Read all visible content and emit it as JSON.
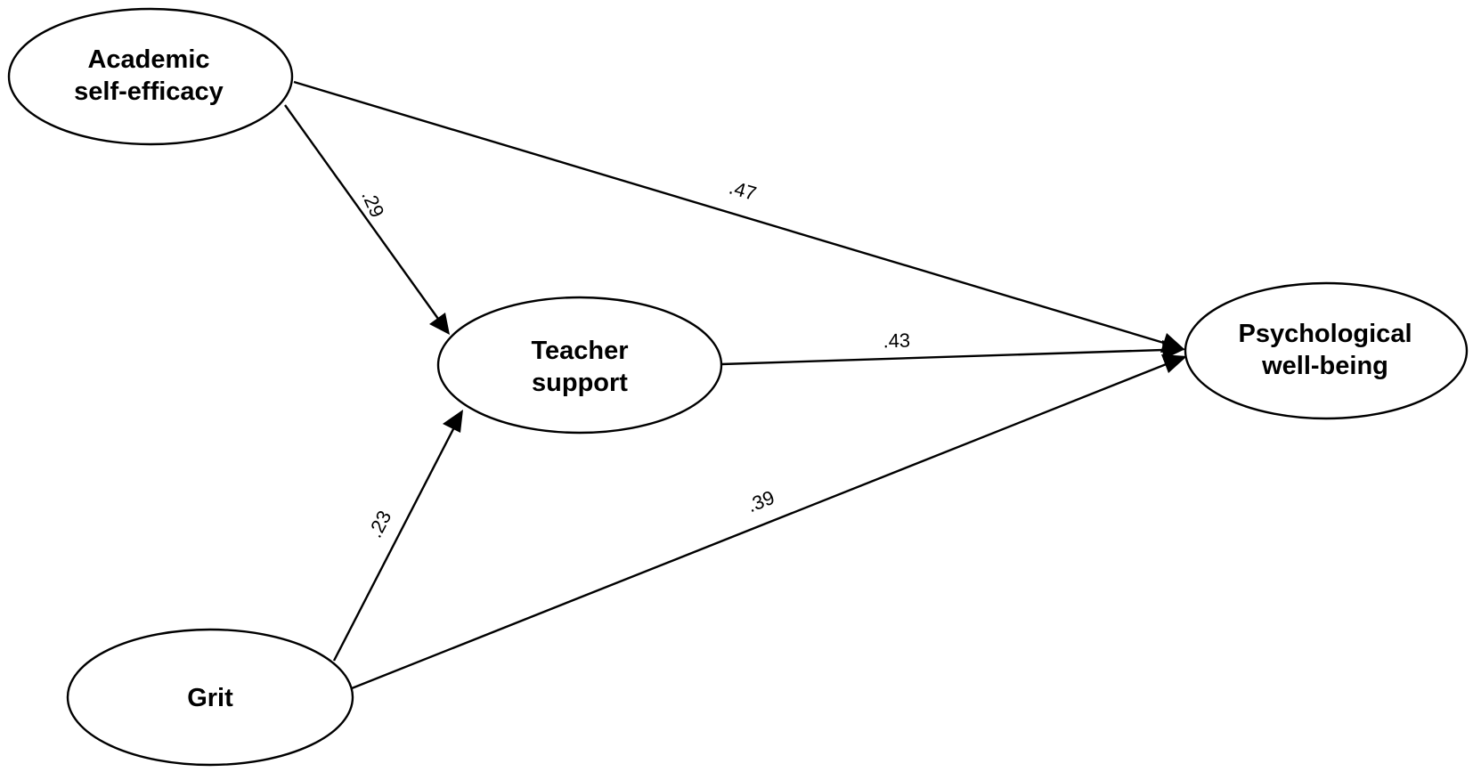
{
  "nodes": {
    "academic_self_efficacy": {
      "line1": "Academic",
      "line2": "self-efficacy"
    },
    "teacher_support": {
      "line1": "Teacher",
      "line2": "support"
    },
    "psychological_well_being": {
      "line1": "Psychological",
      "line2": "well-being"
    },
    "grit": {
      "line1": "Grit"
    }
  },
  "edges": {
    "ase_to_ts": {
      "from": "Academic self-efficacy",
      "to": "Teacher support",
      "label": ".29"
    },
    "ase_to_pwb": {
      "from": "Academic self-efficacy",
      "to": "Psychological well-being",
      "label": ".47"
    },
    "ts_to_pwb": {
      "from": "Teacher support",
      "to": "Psychological well-being",
      "label": ".43"
    },
    "grit_to_ts": {
      "from": "Grit",
      "to": "Teacher support",
      "label": ".23"
    },
    "grit_to_pwb": {
      "from": "Grit",
      "to": "Psychological well-being",
      "label": ".39"
    }
  }
}
